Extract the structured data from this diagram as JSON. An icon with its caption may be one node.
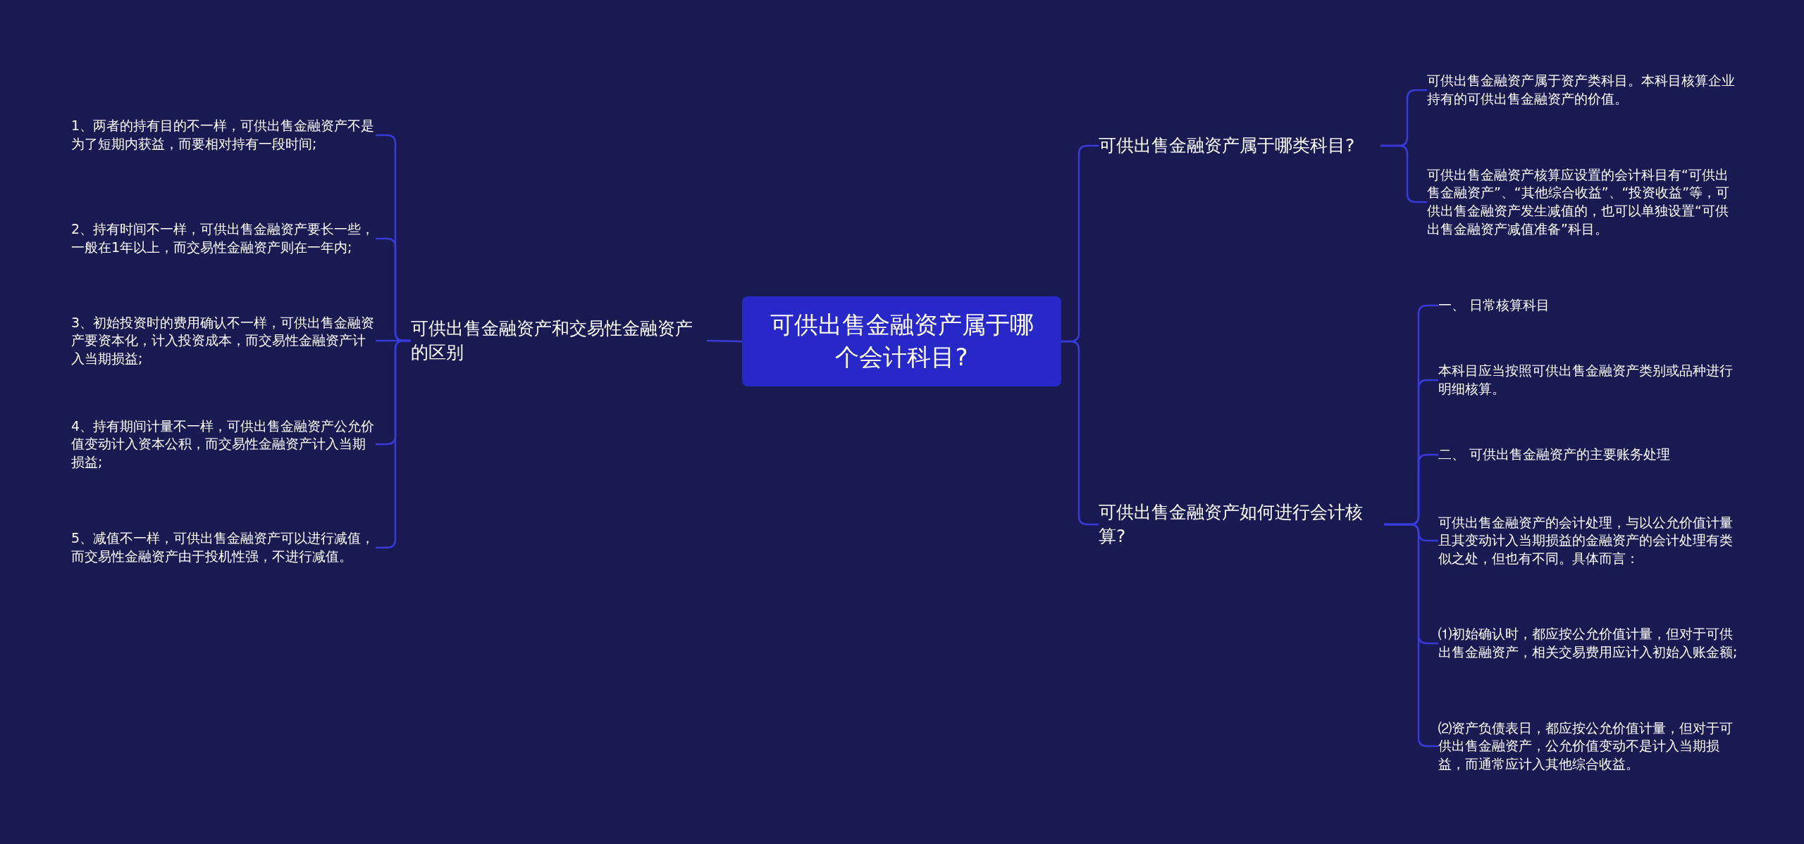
{
  "diagram": {
    "nodes": [
      {
        "text": [
          "可供出售金融资产属于哪个会计科目?"
        ]
      },
      {
        "text": [
          "可供出售金融资产和交易性金融资产的区别"
        ]
      },
      {
        "text": [
          "1、两者的持有目的不一样，可供出售金融资产不是为了短期内获益，而要相对持有一段时间;"
        ]
      },
      {
        "text": [
          "2、持有时间不一样，可供出售金融资产要长一些，一般在1年以上，而交易性金融资产则在一年内;"
        ]
      },
      {
        "text": [
          "3、初始投资时的费用确认不一样，可供出售金融资产要资本化，计入投资成本，而交易性金融资产计入当期损益;"
        ]
      },
      {
        "text": [
          "4、持有期间计量不一样，可供出售金融资产公允价值变动计入资本公积，而交易性金融资产计入当期损益;"
        ]
      },
      {
        "text": [
          "5、减值不一样，可供出售金融资产可以进行减值，而交易性金融资产由于投机性强，不进行减值。"
        ]
      },
      {
        "text": [
          "可供出售金融资产属于哪类科目?"
        ]
      },
      {
        "text": [
          "可供出售金融资产属于资产类科目。本科目核算企业持有的可供出售金融资产的价值。"
        ]
      },
      {
        "text": [
          "可供出售金融资产核算应设置的会计科目有“可供出售金融资产”、“其他综合收益”、“投资收益”等，可供出售金融资产发生减值的，也可以单独设置“可供出售金融资产减值准备”科目。"
        ]
      },
      {
        "text": [
          "可供出售金融资产如何进行会计核算?"
        ]
      },
      {
        "text": [
          "一、 日常核算科目"
        ]
      },
      {
        "text": [
          "本科目应当按照可供出售金融资产类别或品种进行明细核算。"
        ]
      },
      {
        "text": [
          "二、 可供出售金融资产的主要账务处理"
        ]
      },
      {
        "text": [
          "可供出售金融资产的会计处理，与以公允价值计量且其变动计入当期损益的金融资产的会计处理有类似之处，但也有不同。具体而言："
        ]
      },
      {
        "text": [
          "⑴初始确认时，都应按公允价值计量，但对于可供出售金融资产，相关交易费用应计入初始入账金额;"
        ]
      },
      {
        "text": [
          "⑵资产负债表日，都应按公允价值计量，但对于可供出售金融资产，公允价值变动不是计入当期损益，而通常应计入其他综合收益。"
        ]
      }
    ],
    "edges": [
      {
        "from": 0,
        "to": 1,
        "arrow": "none"
      },
      {
        "from": 1,
        "to": 2,
        "arrow": "none"
      },
      {
        "from": 1,
        "to": 3,
        "arrow": "none"
      },
      {
        "from": 1,
        "to": 4,
        "arrow": "none"
      },
      {
        "from": 1,
        "to": 5,
        "arrow": "none"
      },
      {
        "from": 1,
        "to": 6,
        "arrow": "none"
      },
      {
        "from": 0,
        "to": 7,
        "arrow": "none"
      },
      {
        "from": 7,
        "to": 8,
        "arrow": "none"
      },
      {
        "from": 7,
        "to": 9,
        "arrow": "none"
      },
      {
        "from": 0,
        "to": 10,
        "arrow": "none"
      },
      {
        "from": 10,
        "to": 11,
        "arrow": "none"
      },
      {
        "from": 10,
        "to": 12,
        "arrow": "none"
      },
      {
        "from": 10,
        "to": 13,
        "arrow": "none"
      },
      {
        "from": 10,
        "to": 14,
        "arrow": "none"
      },
      {
        "from": 10,
        "to": 15,
        "arrow": "none"
      },
      {
        "from": 10,
        "to": 16,
        "arrow": "none"
      }
    ]
  }
}
